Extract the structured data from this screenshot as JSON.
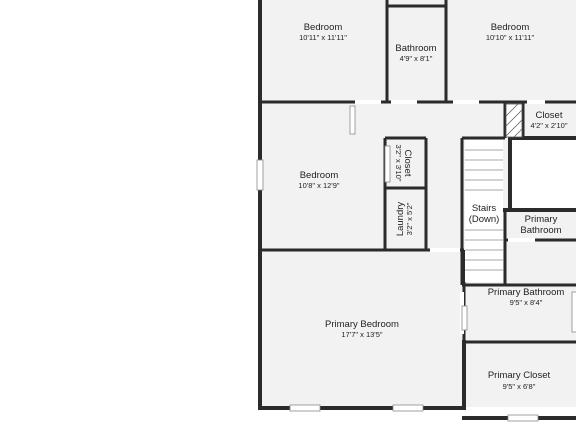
{
  "rooms": {
    "bedroom_top_left": {
      "name": "Bedroom",
      "size": "10'11\" x 11'11\""
    },
    "bathroom_top": {
      "name": "Bathroom",
      "size": "4'9\" x 8'1\""
    },
    "bedroom_top_right": {
      "name": "Bedroom",
      "size": "10'10\" x 11'11\""
    },
    "closet_right": {
      "name": "Closet",
      "size": "4'2\" x 2'10\""
    },
    "bedroom_middle": {
      "name": "Bedroom",
      "size": "10'8\" x 12'9\""
    },
    "closet_middle": {
      "name": "Closet",
      "size": "3'2\" x 3'10\""
    },
    "laundry": {
      "name": "Laundry",
      "size": "3'2\" x 5'2\""
    },
    "stairs": {
      "name_line1": "Stairs",
      "name_line2": "(Down)"
    },
    "primary_bathroom_small": {
      "name_line1": "Primary",
      "name_line2": "Bathroom"
    },
    "primary_bathroom": {
      "name": "Primary Bathroom",
      "size": "9'5\" x 8'4\""
    },
    "primary_bedroom": {
      "name": "Primary Bedroom",
      "size": "17'7\" x 13'5\""
    },
    "primary_closet": {
      "name": "Primary Closet",
      "size": "9'5\" x 6'8\""
    }
  }
}
